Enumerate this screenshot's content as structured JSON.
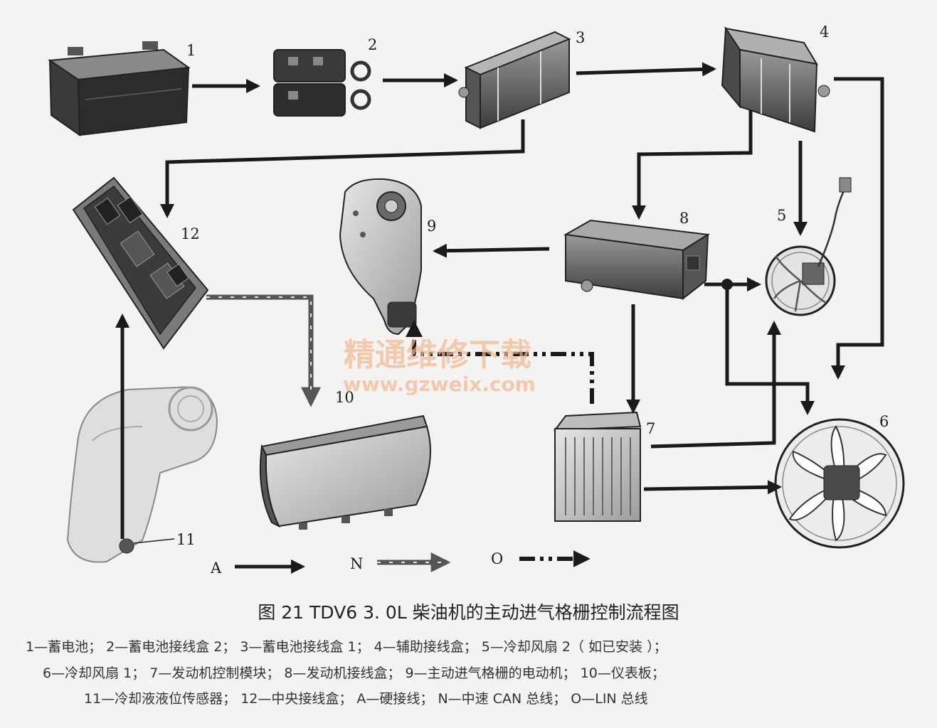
{
  "components": {
    "c1": "1",
    "c2": "2",
    "c3": "3",
    "c4": "4",
    "c5": "5",
    "c6": "6",
    "c7": "7",
    "c8": "8",
    "c9": "9",
    "c10": "10",
    "c11": "11",
    "c12": "12"
  },
  "key": {
    "a": "A",
    "n": "N",
    "o": "O"
  },
  "watermark": {
    "line1": "精通维修下载",
    "line2": "www.gzweix.com"
  },
  "figure": {
    "title": "图 21   TDV6 3. 0L 柴油机的主动进气格栅控制流程图",
    "legend_line1": "1—蓄电池；  2—蓄电池接线盒 2；  3—蓄电池接线盒 1；  4—辅助接线盒；  5—冷却风扇 2（ 如已安装 ）；",
    "legend_line2": "6—冷却风扇 1；  7—发动机控制模块；  8—发动机接线盒；  9—主动进气格栅的电动机；  10—仪表板；",
    "legend_line3": "11—冷却液液位传感器；  12—中央接线盒；  A—硬接线；  N—中速 CAN 总线；  O—LIN 总线"
  },
  "colors": {
    "line": "#1a1a1a",
    "watermark": "#f2b894",
    "background": "#f4f3f1"
  }
}
